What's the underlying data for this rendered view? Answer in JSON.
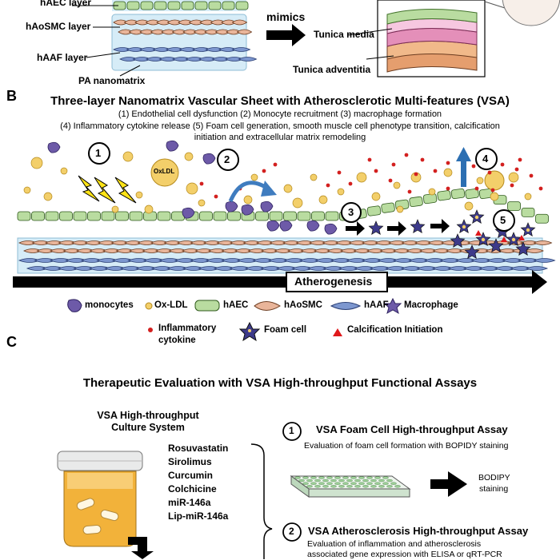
{
  "panel_a": {
    "layer_haec": "hAEC layer",
    "layer_haosmc": "hAoSMC layer",
    "layer_haaf": "hAAF layer",
    "nanomatrix": "PA nanomatrix",
    "mimics": "mimics",
    "tunica_media": "Tunica media",
    "tunica_adventitia": "Tunica adventitia"
  },
  "panel_b": {
    "letter": "B",
    "title": "Three-layer Nanomatrix Vascular Sheet with Atherosclerotic Multi-features (VSA)",
    "subtitle_line1": "(1)  Endothelial cell dysfunction (2) Monocyte recruitment (3) macrophage formation",
    "subtitle_line2": "(4) Inflammatory cytokine release (5) Foam cell generation, smooth muscle cell phenotype transition, calcification",
    "subtitle_line3": "initiation and extracellular matrix remodeling",
    "step1": "1",
    "step2": "2",
    "step3": "3",
    "step4": "4",
    "step5": "5",
    "oxldl_tag": "OxLDL",
    "atherogenesis": "Atherogenesis",
    "legend": {
      "monocytes": "monocytes",
      "oxldl": "Ox-LDL",
      "haec": "hAEC",
      "haosmc": "hAoSMC",
      "haaf": "hAAF",
      "macrophage": "Macrophage",
      "cytokine_l1": "Inflammatory",
      "cytokine_l2": "cytokine",
      "foam": "Foam cell",
      "calcification": "Calcification Initiation"
    }
  },
  "panel_c": {
    "letter": "C",
    "title": "Therapeutic Evaluation with VSA High-throughput Functional Assays",
    "system_l1": "VSA High-throughput",
    "system_l2": "Culture System",
    "drugs": [
      "Rosuvastatin",
      "Sirolimus",
      "Curcumin",
      "Colchicine",
      "miR-146a",
      "Lip-miR-146a"
    ],
    "assay1_num": "1",
    "assay1_title": "VSA Foam Cell High-throughput Assay",
    "assay1_desc": "Evaluation of foam cell formation  with BOPIDY staining",
    "assay1_out_l1": "BODIPY",
    "assay1_out_l2": "staining",
    "assay2_num": "2",
    "assay2_title": "VSA Atherosclerosis High-throughput Assay",
    "assay2_desc_l1": "Evaluation of inflammation and atherosclerosis",
    "assay2_desc_l2": "associated gene expression with ELISA or qRT-PCR"
  },
  "colors": {
    "haec": "#b9dca0",
    "haosmc": "#e9b59a",
    "haaf": "#7d97cf",
    "sheet": "#d6ecf7",
    "oxldl": "#f3cf6a",
    "cytokine": "#d3201f",
    "monocyte": "#6d5aa8"
  }
}
